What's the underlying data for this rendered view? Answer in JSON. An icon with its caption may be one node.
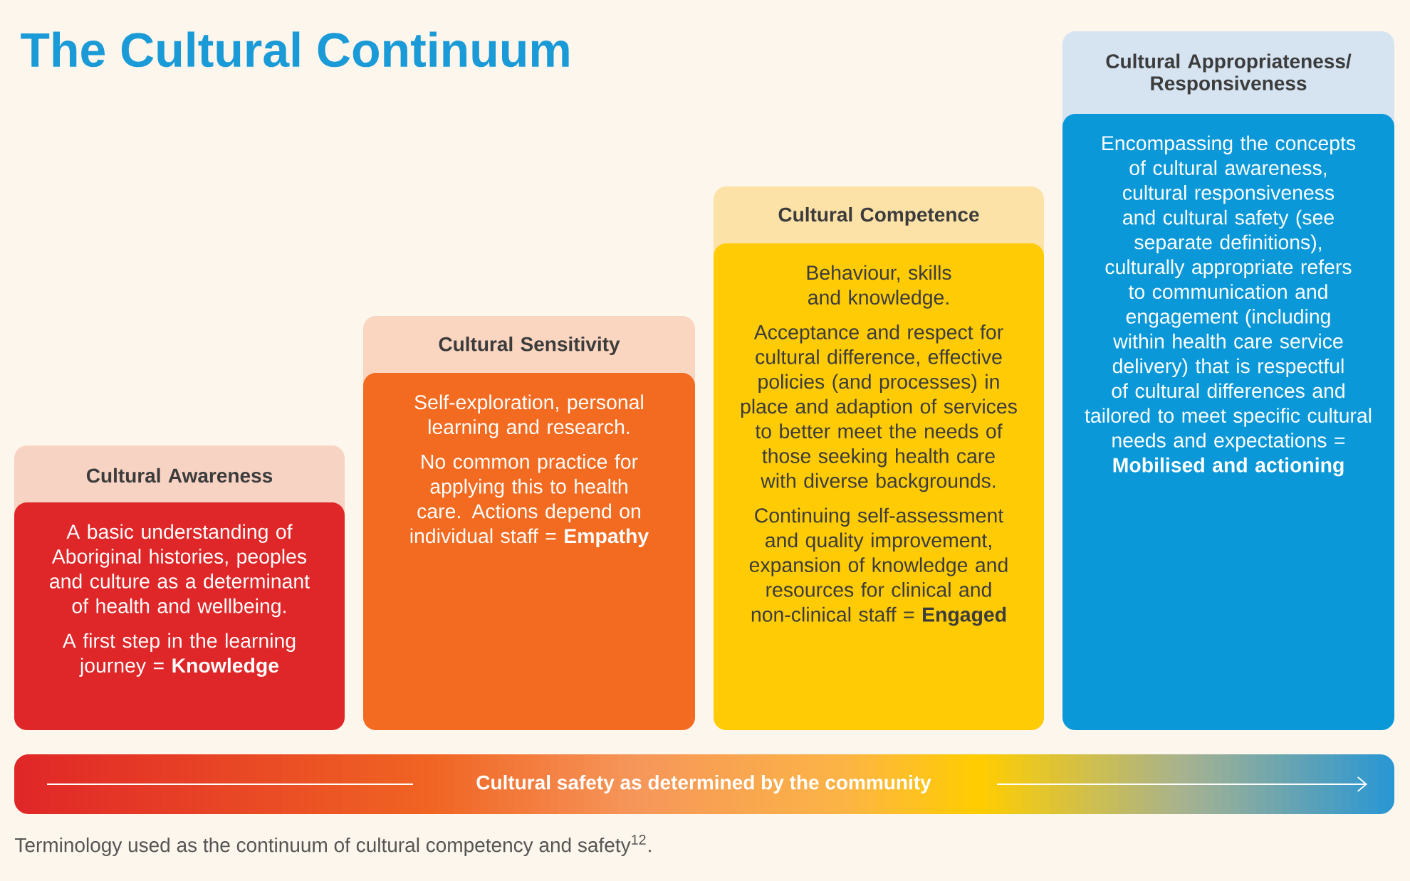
{
  "diagram": {
    "title": "The Cultural Continuum",
    "nodes": [
      {
        "text": [
          "Cultural Awareness",
          "A basic understanding of Aboriginal histories, peoples and culture as a determinant of health and wellbeing.",
          "A first step in the learning journey = **Knowledge**"
        ]
      },
      {
        "text": [
          "Cultural Sensitivity",
          "Self-exploration, personal learning and research.",
          "No common practice for applying this to health care. Actions depend on individual staff = **Empathy**"
        ]
      },
      {
        "text": [
          "Cultural Competence",
          "Behaviour, skills and knowledge.",
          "Acceptance and respect for cultural difference, effective policies (and processes) in place and adaption of services to better meet the needs of those seeking health care with diverse backgrounds.",
          "Continuing self-assessment and quality improvement, expansion of knowledge and resources for clinical and non-clinical staff = **Engaged**"
        ]
      },
      {
        "text": [
          "Cultural Appropriateness/ Responsiveness",
          "Encompassing the concepts of cultural awareness, cultural responsiveness and cultural safety (see separate definitions), culturally appropriate refers to communication and engagement (including within health care service delivery) that is respectful of cultural differences and tailored to meet specific cultural needs and expectations = **Mobilised and actioning**"
        ]
      },
      {
        "text": [
          "Cultural safety as determined by the community"
        ]
      }
    ],
    "caption": "Terminology used as the continuum of cultural competency and safety$^{12}$."
  }
}
